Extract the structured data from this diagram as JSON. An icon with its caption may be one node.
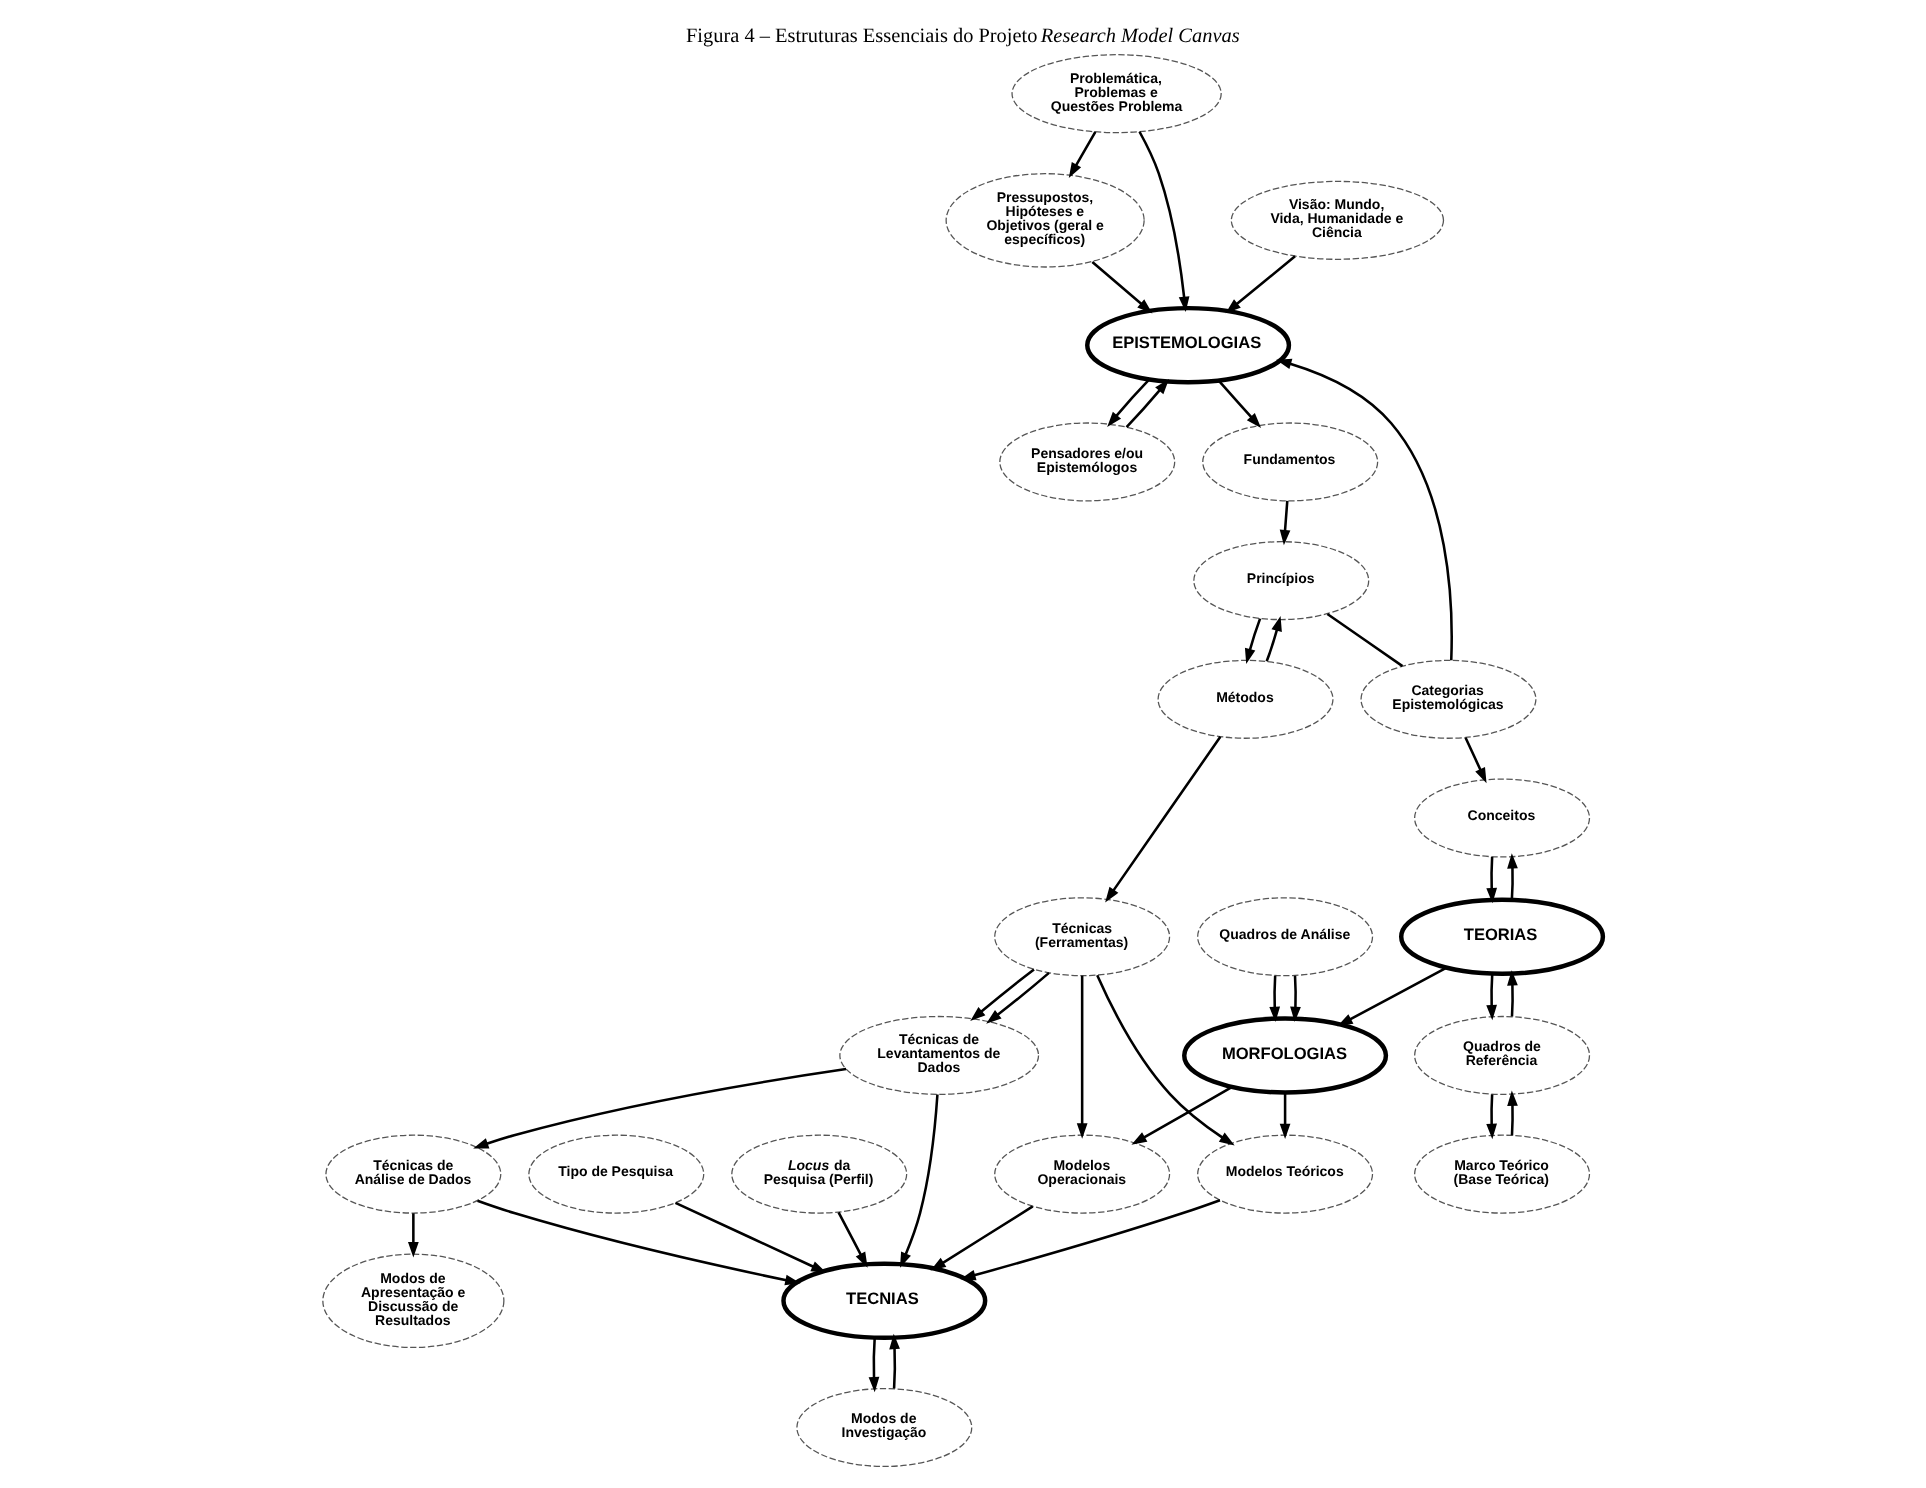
{
  "diagram": {
    "title": "Figura 4 – Estruturas Essenciais do Projeto *Research Model Canvas*",
    "nodes": [
      {
        "text": [
          "Problemática, Problemas e Questões Problema"
        ]
      },
      {
        "text": [
          "Pressupostos, Hipóteses e Objetivos (geral e específicos)"
        ]
      },
      {
        "text": [
          "Métodos"
        ]
      },
      {
        "text": [
          "EPISTEMOLOGIAS"
        ]
      },
      {
        "text": [
          "Visão: Mundo, Vida, Humanidade e Ciência"
        ]
      },
      {
        "text": [
          "Princípios"
        ]
      },
      {
        "text": [
          "Quadros de Análise"
        ]
      },
      {
        "text": [
          "Pensadores e/ou Epistemólogos"
        ]
      },
      {
        "text": [
          "Categorias Epistemológicas"
        ]
      },
      {
        "text": [
          "Fundamentos"
        ]
      },
      {
        "text": [
          "Técnicas (Ferramentas)"
        ]
      },
      {
        "text": [
          "Conceitos"
        ]
      },
      {
        "text": [
          "MORFOLOGIAS"
        ]
      },
      {
        "text": [
          "TEORIAS"
        ]
      },
      {
        "text": [
          "Marco Teórico (Base Teórica)"
        ]
      },
      {
        "text": [
          "Modelos Teóricos"
        ]
      },
      {
        "text": [
          "Modelos Operacionais"
        ]
      },
      {
        "text": [
          "Quadros de Referência"
        ]
      },
      {
        "text": [
          "TECNIAS"
        ]
      },
      {
        "text": [
          "Técnicas de Levantamentos de Dados"
        ]
      },
      {
        "text": [
          "Tipo de Pesquisa"
        ]
      },
      {
        "text": [
          "*Locus* da Pesquisa (Perfil)"
        ]
      },
      {
        "text": [
          "Modos de Investigação"
        ]
      },
      {
        "text": [
          "Técnicas de Análise de Dados"
        ]
      },
      {
        "text": [
          "Modos de Apresentação e Discussão de Resultados"
        ]
      }
    ],
    "edges": [
      {
        "from": 0,
        "to": 3,
        "arrow": "to"
      },
      {
        "from": 0,
        "to": 1,
        "arrow": "to"
      },
      {
        "from": 1,
        "to": 3,
        "arrow": "to"
      },
      {
        "from": 4,
        "to": 3,
        "arrow": "to"
      },
      {
        "from": 3,
        "to": 7,
        "arrow": "to"
      },
      {
        "from": 7,
        "to": 3,
        "arrow": "to"
      },
      {
        "from": 8,
        "to": 3,
        "arrow": "to"
      },
      {
        "from": 3,
        "to": 9,
        "arrow": "to"
      },
      {
        "from": 5,
        "to": 2,
        "arrow": "to"
      },
      {
        "from": 2,
        "to": 5,
        "arrow": "to"
      },
      {
        "from": 5,
        "to": 8,
        "arrow": "none"
      },
      {
        "from": 8,
        "to": 11,
        "arrow": "to"
      },
      {
        "from": 9,
        "to": 5,
        "arrow": "to"
      },
      {
        "from": 2,
        "to": 10,
        "arrow": "to"
      },
      {
        "from": 6,
        "to": 12,
        "arrow": "to"
      },
      {
        "from": 6,
        "to": 12,
        "arrow": "to"
      },
      {
        "from": 11,
        "to": 13,
        "arrow": "to"
      },
      {
        "from": 13,
        "to": 11,
        "arrow": "to"
      },
      {
        "from": 13,
        "to": 12,
        "arrow": "to"
      },
      {
        "from": 13,
        "to": 17,
        "arrow": "to"
      },
      {
        "from": 17,
        "to": 13,
        "arrow": "to"
      },
      {
        "from": 14,
        "to": 17,
        "arrow": "to"
      },
      {
        "from": 17,
        "to": 14,
        "arrow": "to"
      },
      {
        "from": 12,
        "to": 15,
        "arrow": "to"
      },
      {
        "from": 12,
        "to": 16,
        "arrow": "to"
      },
      {
        "from": 10,
        "to": 15,
        "arrow": "to"
      },
      {
        "from": 10,
        "to": 16,
        "arrow": "to"
      },
      {
        "from": 10,
        "to": 19,
        "arrow": "to"
      },
      {
        "from": 10,
        "to": 19,
        "arrow": "to"
      },
      {
        "from": 15,
        "to": 18,
        "arrow": "to"
      },
      {
        "from": 16,
        "to": 18,
        "arrow": "to"
      },
      {
        "from": 19,
        "to": 18,
        "arrow": "to"
      },
      {
        "from": 20,
        "to": 18,
        "arrow": "to"
      },
      {
        "from": 21,
        "to": 18,
        "arrow": "to"
      },
      {
        "from": 18,
        "to": 22,
        "arrow": "to"
      },
      {
        "from": 22,
        "to": 18,
        "arrow": "to"
      },
      {
        "from": 23,
        "to": 18,
        "arrow": "to"
      },
      {
        "from": 19,
        "to": 23,
        "arrow": "to"
      },
      {
        "from": 23,
        "to": 24,
        "arrow": "to"
      }
    ]
  }
}
